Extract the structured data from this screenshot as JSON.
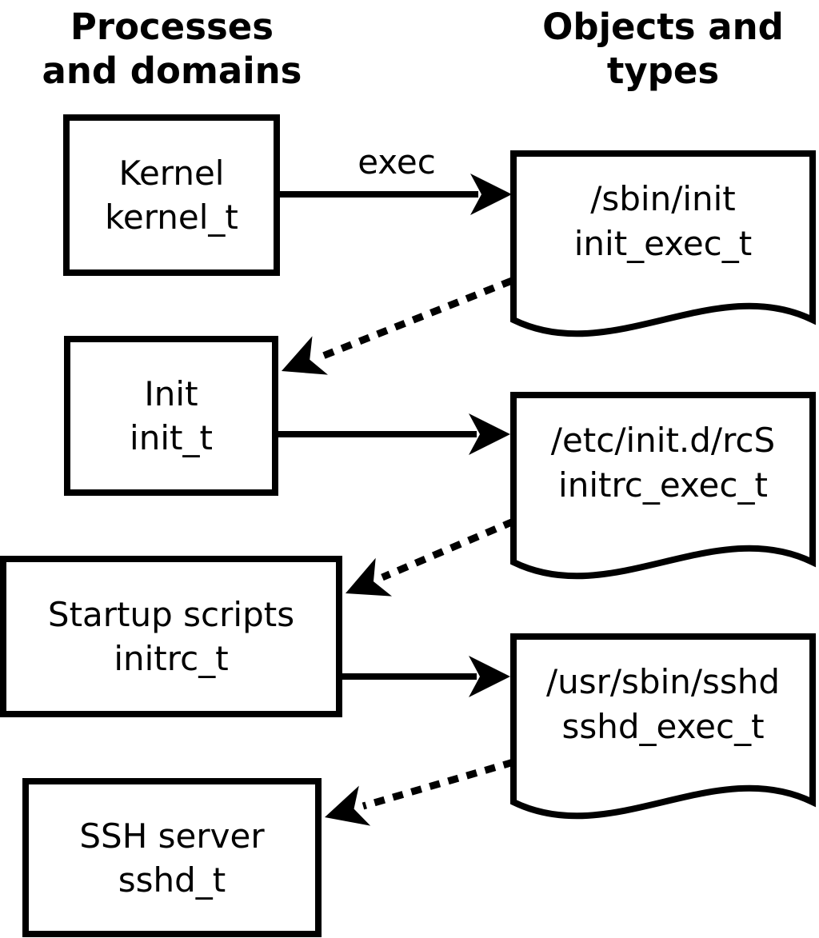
{
  "diagram": {
    "headers": {
      "left": "Processes\nand domains",
      "right": "Objects and\ntypes"
    },
    "exec_arrow_label": "exec",
    "processes": [
      {
        "name": "Kernel",
        "type": "kernel_t"
      },
      {
        "name": "Init",
        "type": "init_t"
      },
      {
        "name": "Startup scripts",
        "type": "initrc_t"
      },
      {
        "name": "SSH server",
        "type": "sshd_t"
      }
    ],
    "objects": [
      {
        "path": "/sbin/init",
        "type": "init_exec_t"
      },
      {
        "path": "/etc/init.d/rcS",
        "type": "initrc_exec_t"
      },
      {
        "path": "/usr/sbin/sshd",
        "type": "sshd_exec_t"
      }
    ],
    "colors": {
      "foreground": "#000000",
      "background": "#ffffff"
    }
  }
}
